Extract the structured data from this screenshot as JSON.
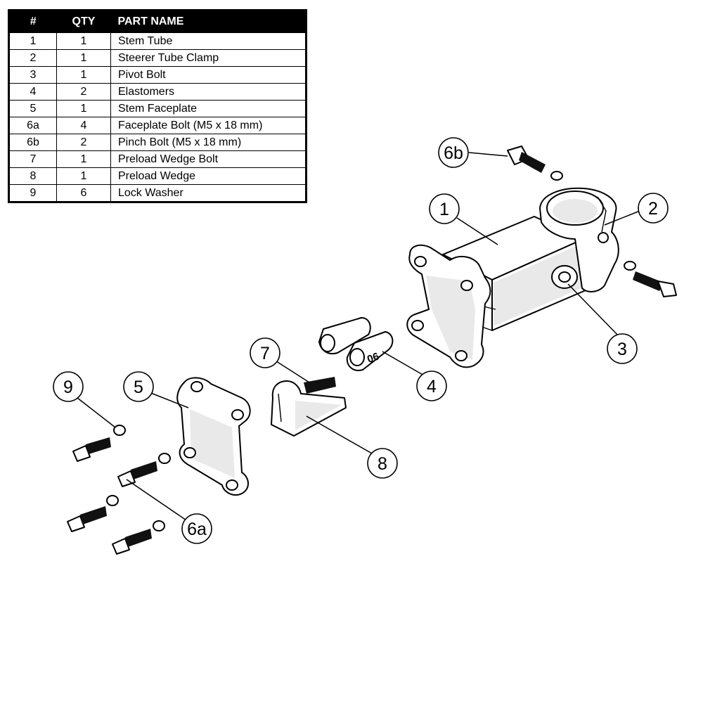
{
  "table": {
    "headers": {
      "num": "#",
      "qty": "QTY",
      "name": "PART NAME"
    },
    "rows": [
      {
        "num": "1",
        "qty": "1",
        "name": "Stem Tube"
      },
      {
        "num": "2",
        "qty": "1",
        "name": "Steerer Tube Clamp"
      },
      {
        "num": "3",
        "qty": "1",
        "name": "Pivot Bolt"
      },
      {
        "num": "4",
        "qty": "2",
        "name": "Elastomers"
      },
      {
        "num": "5",
        "qty": "1",
        "name": "Stem Faceplate"
      },
      {
        "num": "6a",
        "qty": "4",
        "name": "Faceplate Bolt (M5 x 18 mm)"
      },
      {
        "num": "6b",
        "qty": "2",
        "name": "Pinch Bolt (M5 x 18 mm)"
      },
      {
        "num": "7",
        "qty": "1",
        "name": "Preload Wedge Bolt"
      },
      {
        "num": "8",
        "qty": "1",
        "name": "Preload Wedge"
      },
      {
        "num": "9",
        "qty": "6",
        "name": "Lock Washer"
      }
    ]
  },
  "callouts": {
    "c1": "1",
    "c2": "2",
    "c3": "3",
    "c4": "4",
    "c5": "5",
    "c6a": "6a",
    "c6b": "6b",
    "c7": "7",
    "c8": "8",
    "c9": "9"
  },
  "elastomer_marking": "06"
}
